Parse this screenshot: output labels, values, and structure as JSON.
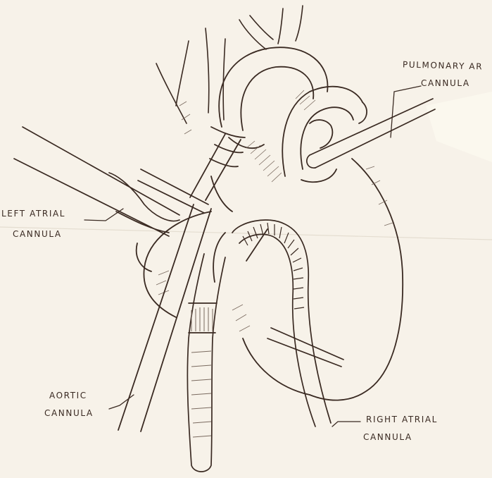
{
  "labels": {
    "pulmonary_artery_cannula": {
      "line1": "PULMONARY AR",
      "line2": "CANNULA"
    },
    "left_atrial_cannula": {
      "line1": "LEFT ATRIAL",
      "line2": "CANNULA"
    },
    "aortic_cannula": {
      "line1": "AORTIC",
      "line2": "CANNULA"
    },
    "right_atrial_cannula": {
      "line1": "RIGHT ATRIAL",
      "line2": "CANNULA"
    }
  },
  "colors": {
    "paper": "#f7f2e9",
    "ink": "#3a2a22",
    "hatch": "#7a6a5f"
  }
}
